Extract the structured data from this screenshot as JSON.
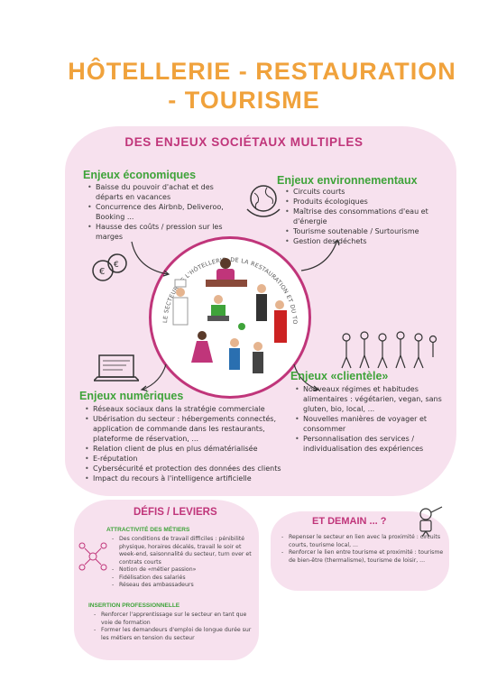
{
  "title_line1": "HÔTELLERIE - RESTAURATION",
  "title_line2": "- TOURISME",
  "subtitle": "DES ENJEUX SOCIÉTAUX MULTIPLES",
  "center_caption": "LE SECTEUR DE L'HÔTELLERIE, DE LA RESTAURATION ET DU TOURISME",
  "economiques": {
    "title": "Enjeux économiques",
    "items": [
      "Baisse du pouvoir d'achat et des départs en vacances",
      "Concurrence des Airbnb, Deliveroo, Booking ...",
      "Hausse des coûts / pression sur les marges"
    ]
  },
  "environnementaux": {
    "title": "Enjeux environnementaux",
    "items": [
      "Circuits courts",
      "Produits écologiques",
      "Maîtrise des consommations d'eau et d'énergie",
      "Tourisme soutenable / Surtourisme",
      "Gestion des déchets"
    ]
  },
  "numeriques": {
    "title": "Enjeux numériques",
    "items": [
      "Réseaux sociaux dans la stratégie commerciale",
      "Ubérisation du secteur : hébergements connectés, application de commande dans les restaurants, plateforme de réservation, ...",
      "Relation client de plus en plus dématérialisée",
      "E-réputation",
      "Cybersécurité et protection des données des clients",
      "Impact du recours à l'intelligence artificielle"
    ]
  },
  "clientele": {
    "title": "Enjeux «clientèle»",
    "items": [
      "Nouveaux régimes et habitudes alimentaires : végétarien, vegan, sans gluten, bio, local, ...",
      "Nouvelles manières de voyager et consommer",
      "Personnalisation des services / individualisation des expériences"
    ]
  },
  "defis": {
    "title": "DÉFIS / LEVIERS",
    "attractivite_title": "ATTRACTIVITÉ DES MÉTIERS",
    "attractivite_items": [
      "Des conditions de travail difficiles : pénibilité physique, horaires décalés, travail le soir et week-end, saisonnalité du secteur, turn over et contrats courts",
      "Notion de «métier passion»",
      "Fidélisation des salariés",
      "Réseau des ambassadeurs"
    ],
    "insertion_title": "INSERTION PROFESSIONNELLE",
    "insertion_items": [
      "Renforcer l'apprentissage sur le secteur en tant que voie de formation",
      "Former les demandeurs d'emploi de longue durée sur les métiers en tension du secteur"
    ]
  },
  "demain": {
    "title": "ET DEMAIN ... ?",
    "items": [
      "Repenser le secteur en lien avec la proximité : circuits courts, tourisme local, ...",
      "Renforcer le lien entre tourisme et proximité : tourisme de bien-être (thermalisme), tourisme de loisir, ..."
    ]
  },
  "colors": {
    "orange": "#f0a23c",
    "magenta": "#c0357a",
    "green": "#3fa33a",
    "pink_bg": "#f7e1ee"
  },
  "icons": [
    "coins-icon",
    "globe-hands-icon",
    "laptop-icon",
    "people-crowd-icon",
    "network-people-icon",
    "robot-telescope-icon"
  ]
}
